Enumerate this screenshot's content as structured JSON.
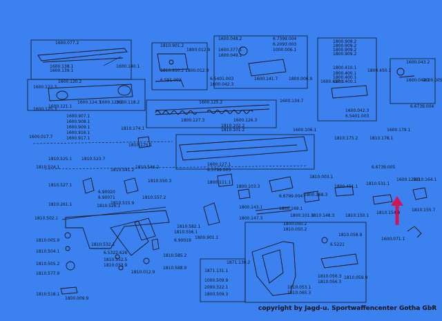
{
  "copyright": "copyright by Jagd-u. Sportwaffencenter Gotha GbR",
  "colors": {
    "background": "#3b82f0",
    "ink": "#111111",
    "arrow": "#d4145a"
  },
  "labels": [
    "1600.077.2",
    "1600.138.1",
    "1600.139.1",
    "1600.140.1",
    "1810.901.2",
    "1800.012.9",
    "1810.910.2",
    "1800.012.9",
    "6.591.002",
    "1600.048.2",
    "1600.377.1",
    "1600.049.1",
    "6.7399.004",
    "6.2093.003",
    "1000.006.1",
    "6.5401.003",
    "1600.042.3",
    "1600.141.7",
    "1800.006.9",
    "1800.909.2",
    "1800.909.2",
    "1800.909.2",
    "1800.909.2",
    "1600.043.2",
    "1600.044.1",
    "1600.005.1",
    "6.6739.004",
    "1800.410.1",
    "1800.400.1",
    "1800.400.1",
    "1800.400.1",
    "1800.450.1",
    "1600.457.1",
    "1600.042.3",
    "6.5401.003",
    "1600.120.2",
    "1600.122.3",
    "1600.121.1",
    "1600.124.3",
    "1600.123.1",
    "1600.118.2",
    "1600.125.3",
    "1600.125.2",
    "1800.127.3",
    "1600.126.3",
    "1600.134.7",
    "1600.907.1",
    "1600.908.1",
    "1600.909.1",
    "1600.916.1",
    "1600.917.1",
    "1810.174.1",
    "1600.017.7",
    "1810.175.1",
    "1810.102.2",
    "1810.101.2",
    "1600.106.1",
    "1810.175.2",
    "1810.178.1",
    "1600.179.1",
    "1810.525.1",
    "1810.524.1",
    "1810.527.1",
    "1810.523.7",
    "1810.541.2",
    "1810.546.2",
    "1600.127.1",
    "6.5799.005",
    "1800.111.1",
    "6.90020",
    "6.90071",
    "1810.550.3",
    "6.6739.005",
    "1810.526.1",
    "1810.531.1",
    "1600.128.3",
    "1810.164.1",
    "1810.261.1",
    "1810.515.9",
    "1810.557.2",
    "1810.003.1",
    "1810.502.1",
    "1800.103.3",
    "6.6799.004",
    "1800.169.1",
    "1800.451.1",
    "1800.168.3",
    "1800.101.3",
    "1810.154.9",
    "1810.155.7",
    "1810.005.9",
    "1810.504.1",
    "1810.505.2",
    "1810.577.9",
    "1810.518.1",
    "1800.009.9",
    "1810.532.1",
    "6.5322.626",
    "1810.552.5",
    "1810.033.9",
    "1810.012.9",
    "1810.556.1",
    "6.90019",
    "1810.585.2",
    "1810.588.9",
    "1810.582.1",
    "1800.901.1",
    "1800.143.1",
    "1800.147.3",
    "1810.148.3",
    "1810.150.1",
    "1600.071.1",
    "1871.130.2",
    "1871.131.1",
    "1000.509.9",
    "2000.322.1",
    "1800.509.3",
    "1800.050.2",
    "1810.050.2",
    "1810.058.9",
    "6.5221",
    "1810.053.1",
    "1810.065.3",
    "1810.056.3",
    "1810.056.3",
    "1810.059.9"
  ]
}
